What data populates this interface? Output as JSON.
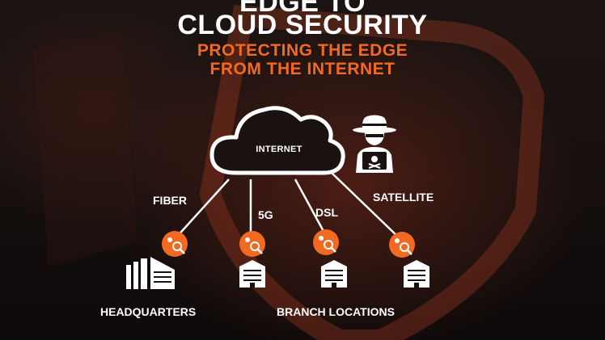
{
  "heading": {
    "line1": "EDGE TO",
    "line2": "CLOUD SECURITY",
    "subtitle_line1": "PROTECTING THE EDGE",
    "subtitle_line2": "FROM THE INTERNET"
  },
  "cloud": {
    "label": "INTERNET",
    "icon": "cloud-icon"
  },
  "threat": {
    "icon": "hacker-icon"
  },
  "connections": [
    {
      "label": "FIBER",
      "node_icon": "security-inspect-icon",
      "site_icon": "headquarters-building-icon"
    },
    {
      "label": "5G",
      "node_icon": "security-inspect-icon",
      "site_icon": "branch-building-icon"
    },
    {
      "label": "DSL",
      "node_icon": "security-inspect-icon",
      "site_icon": "branch-building-icon"
    },
    {
      "label": "SATELLITE",
      "node_icon": "security-inspect-icon",
      "site_icon": "branch-building-icon"
    }
  ],
  "sites": {
    "headquarters": "HEADQUARTERS",
    "branches": "BRANCH LOCATIONS"
  },
  "colors": {
    "accent": "#f26a22",
    "text": "#ffffff",
    "background": "#150f0e"
  }
}
